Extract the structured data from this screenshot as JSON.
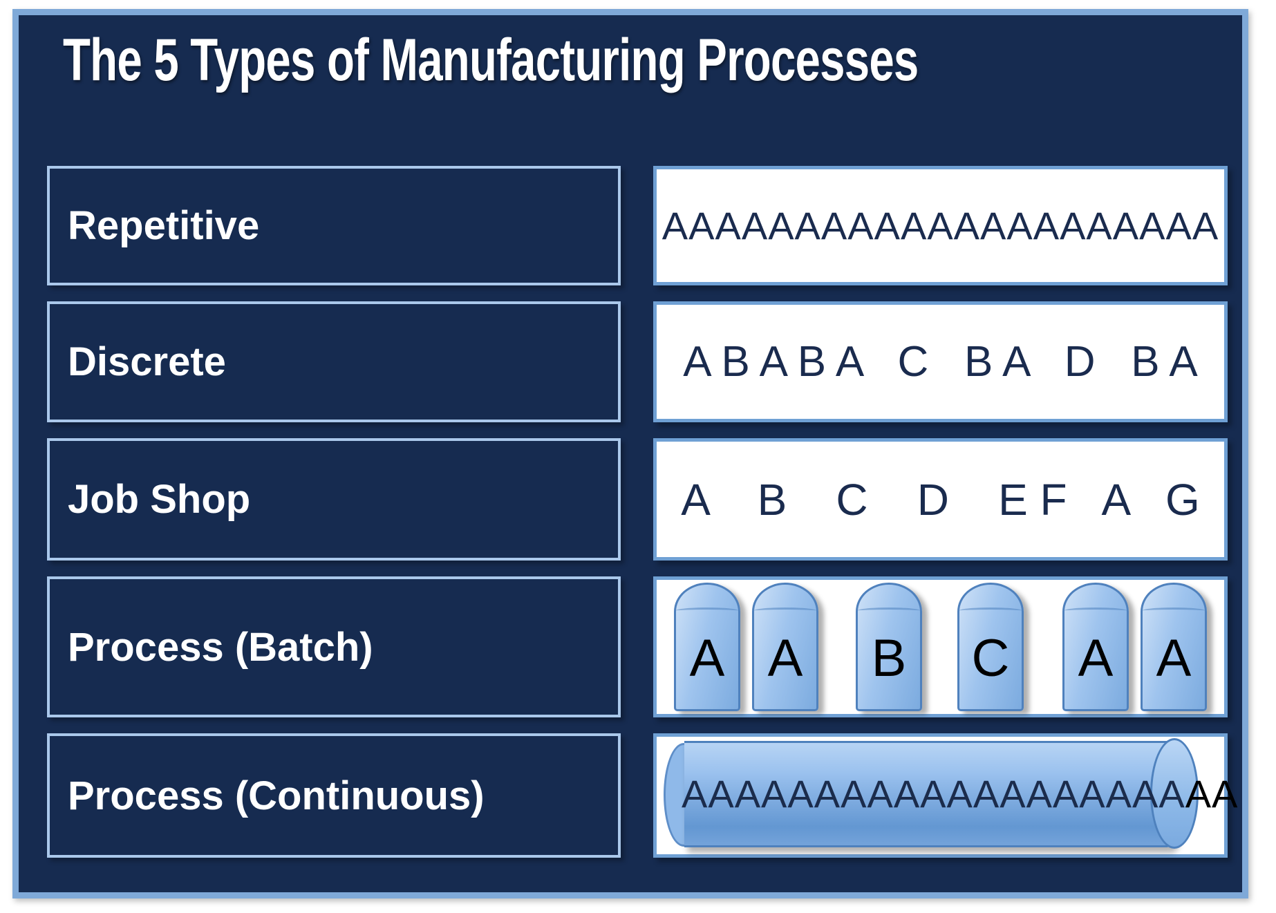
{
  "title": "The 5 Types of Manufacturing Processes",
  "rows": [
    {
      "label": "Repetitive",
      "type": "text",
      "sequence": "AAAAAAAAAAAAAAAAAAAAA"
    },
    {
      "label": "Discrete",
      "type": "text",
      "sequence": "A B A B A   C   B A   D   B A"
    },
    {
      "label": "Job Shop",
      "type": "text",
      "sequence": "A    B    C    D    E F   A   G"
    },
    {
      "label": "Process (Batch)",
      "type": "tanks",
      "tanks": [
        "A",
        "A",
        "B",
        "C",
        "A",
        "A"
      ]
    },
    {
      "label": "Process (Continuous)",
      "type": "cylinder",
      "sequence_main": "AAAAAAAAAAAAAAAAAAA",
      "sequence_overflow": "AA"
    }
  ],
  "colors": {
    "slide_background": "#162B50",
    "slide_border": "#7FA9D8",
    "label_box_border": "#AAC8EB",
    "content_box_border": "#6FA0D4",
    "content_box_fill": "#FFFFFF",
    "sequence_text": "#1A2B4E",
    "tank_border": "#4F81BD",
    "tank_fill_light": "#C9DEF6",
    "tank_fill_dark": "#7CABDF",
    "tank_letter": "#000000",
    "cylinder_border": "#4E81BD",
    "cylinder_fill_top": "#B7D4F4",
    "cylinder_fill_bottom": "#6397D2",
    "overflow_letters": "#000000",
    "title_text": "#FFFFFF",
    "label_text": "#FFFFFF"
  }
}
